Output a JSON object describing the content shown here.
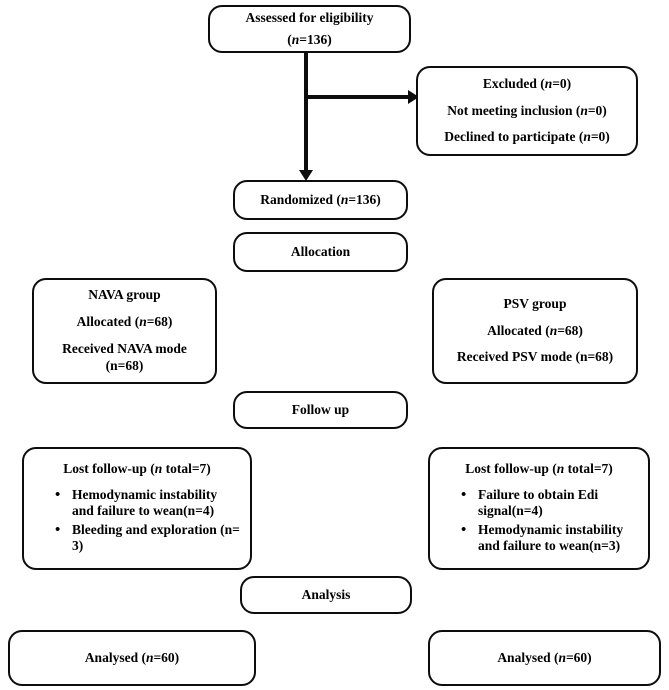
{
  "diagram": {
    "type": "consort-flow-diagram",
    "colors": {
      "stroke": "#0d0d0d",
      "background": "#ffffff",
      "text": "#000000"
    },
    "nodes": {
      "assessed": {
        "line1": "Assessed for eligibility",
        "line2_italic": "n",
        "line2_rest": "=136)",
        "line2_open": "("
      },
      "excluded": {
        "line1_pre": "Excluded (",
        "line1_italic": "n",
        "line1_post": "=0)",
        "line2_pre": "Not meeting inclusion (",
        "line2_italic": "n",
        "line2_post": "=0)",
        "line3_pre": "Declined to participate (",
        "line3_italic": "n",
        "line3_post": "=0)"
      },
      "randomized": {
        "pre": "Randomized (",
        "italic": "n",
        "post": "=136)"
      },
      "allocation_stage": {
        "label": "Allocation"
      },
      "follow_up_stage": {
        "label": "Follow up"
      },
      "analysis_stage": {
        "label": "Analysis"
      },
      "nava_group": {
        "line1": "NAVA group",
        "line2_pre": "Allocated (",
        "line2_italic": "n",
        "line2_post": "=68)",
        "line3": "Received NAVA mode",
        "line4": "(n=68)"
      },
      "psv_group": {
        "line1": "PSV group",
        "line2_pre": "Allocated (",
        "line2_italic": "n",
        "line2_post": "=68)",
        "line3": "Received PSV mode (n=68)"
      },
      "lost_left": {
        "heading_pre": "Lost follow-up (",
        "heading_italic": "n",
        "heading_post": " total=7)",
        "items": [
          "Hemodynamic instability and failure to wean(n=4)",
          "Bleeding and exploration (n= 3)"
        ]
      },
      "lost_right": {
        "heading_pre": "Lost follow-up (",
        "heading_italic": "n",
        "heading_post": " total=7)",
        "items": [
          "Failure to obtain Edi signal(n=4)",
          "Hemodynamic instability and failure to wean(n=3)"
        ]
      },
      "analysed_left": {
        "pre": "Analysed (",
        "italic": "n",
        "post": "=60)"
      },
      "analysed_right": {
        "pre": "Analysed (",
        "italic": "n",
        "post": "=60)"
      }
    }
  }
}
